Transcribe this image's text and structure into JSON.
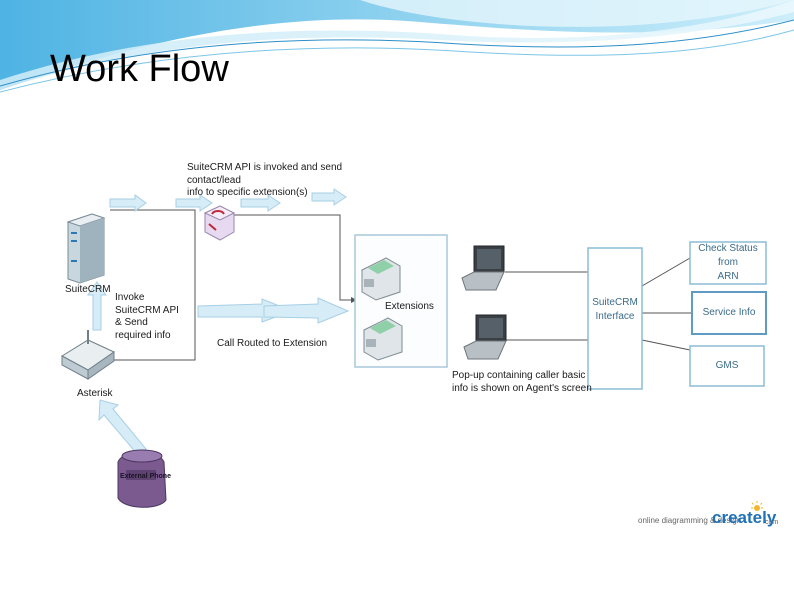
{
  "slide": {
    "title": "Work Flow"
  },
  "diagram": {
    "api_caption": "SuiteCRM API is invoked and send contact/lead\ninfo to specific extension(s)",
    "suitecrm_label": "SuiteCRM",
    "invoke_caption": "Invoke\nSuiteCRM API\n& Send\nrequired info",
    "asterisk_label": "Asterisk",
    "external_phone_label": "External Phone",
    "call_routed_caption": "Call Routed to Extension",
    "extensions_label": "Extensions",
    "popup_caption": "Pop-up containing caller basic\ninfo is shown on Agent's screen",
    "interface_label": "SuiteCRM\nInterface",
    "options": [
      {
        "label": "Check Status from\nARN"
      },
      {
        "label": "Service Info"
      },
      {
        "label": "GMS"
      }
    ]
  },
  "branding": {
    "tagline": "online diagramming & design",
    "name": "creately",
    "suffix": ".com"
  },
  "colors": {
    "box_border": "#8bbbd6",
    "box_text": "#3b6b8a",
    "arrow_fill": "#d6ecf7",
    "arrow_stroke": "#a7cfe6",
    "line": "#555555",
    "swoosh_dark": "#2e9bd6",
    "swoosh_light": "#a8dcf2"
  }
}
